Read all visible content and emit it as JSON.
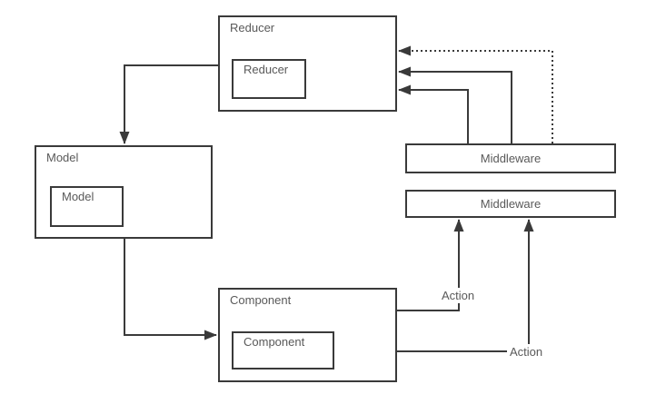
{
  "diagram": {
    "background_color": "#ffffff",
    "line_color": "#3a3a3a",
    "text_color": "#595959",
    "nodes": {
      "reducer": {
        "label": "Reducer",
        "inner_label": "Reducer"
      },
      "model": {
        "label": "Model",
        "inner_label": "Model"
      },
      "component": {
        "label": "Component",
        "inner_label": "Component"
      },
      "middleware_top": {
        "label": "Middleware"
      },
      "middleware_bottom": {
        "label": "Middleware"
      }
    },
    "edge_labels": {
      "action_1": "Action",
      "action_2": "Action"
    },
    "edges": [
      "reducer -> model (solid arrow)",
      "model -> component (solid arrow)",
      "component -> middleware_bottom via Action (solid arrow)",
      "component -> middleware_bottom via Action (solid arrow)",
      "middleware_top -> reducer (solid arrow)",
      "middleware_top -> reducer (solid arrow)",
      "middleware_top -> reducer (dotted arrow)"
    ]
  }
}
